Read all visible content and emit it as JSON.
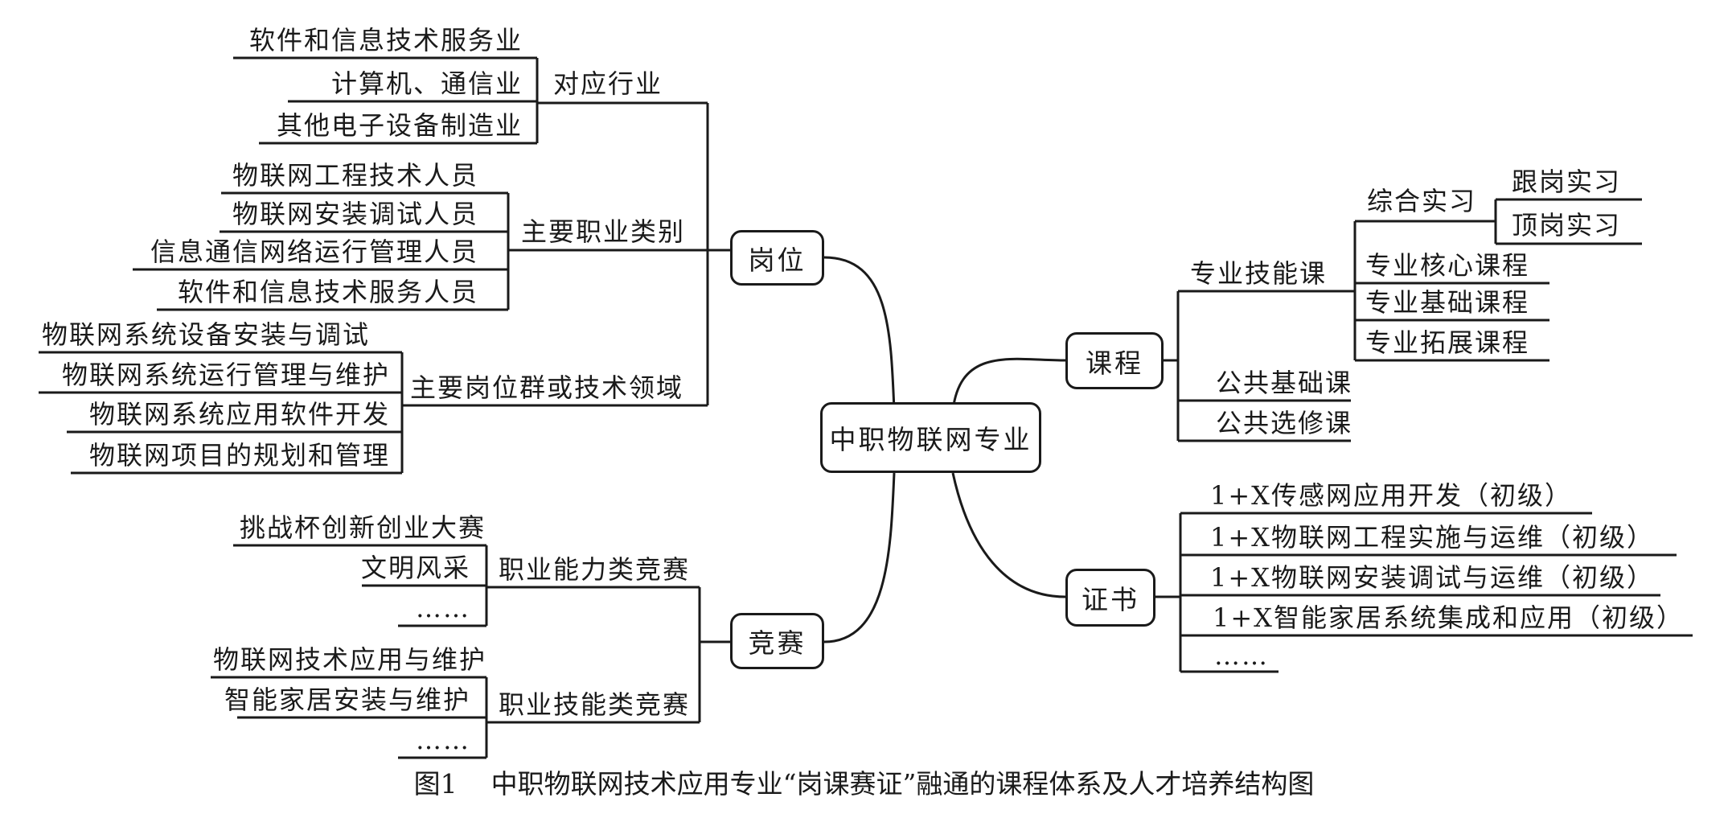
{
  "center": "中职物联网专业",
  "gangwei": {
    "label": "岗位",
    "industry": {
      "label": "对应行业",
      "items": [
        "软件和信息技术服务业",
        "计算机、通信业",
        "其他电子设备制造业"
      ]
    },
    "occupation": {
      "label": "主要职业类别",
      "items": [
        "物联网工程技术人员",
        "物联网安装调试人员",
        "信息通信网络运行管理人员",
        "软件和信息技术服务人员"
      ]
    },
    "field": {
      "label": "主要岗位群或技术领域",
      "items": [
        "物联网系统设备安装与调试",
        "物联网系统运行管理与维护",
        "物联网系统应用软件开发",
        "物联网项目的规划和管理"
      ]
    }
  },
  "jingsai": {
    "label": "竞赛",
    "ability": {
      "label": "职业能力类竞赛",
      "items": [
        "挑战杯创新创业大赛",
        "文明风采",
        "……"
      ]
    },
    "skill": {
      "label": "职业技能类竞赛",
      "items": [
        "物联网技术应用与维护",
        "智能家居安装与维护",
        "……"
      ]
    }
  },
  "kecheng": {
    "label": "课程",
    "major_skill": {
      "label": "专业技能课",
      "internship": {
        "label": "综合实习",
        "items": [
          "跟岗实习",
          "顶岗实习"
        ]
      },
      "items": [
        "专业核心课程",
        "专业基础课程",
        "专业拓展课程"
      ]
    },
    "public_basic": "公共基础课",
    "public_elective": "公共选修课"
  },
  "zhengshu": {
    "label": "证书",
    "items": [
      "1+X传感网应用开发（初级）",
      "1+X物联网工程实施与运维（初级）",
      "1+X物联网安装调试与运维（初级）",
      "1+X智能家居系统集成和应用（初级）",
      "……"
    ]
  },
  "caption": {
    "fig": "图1",
    "text": "中职物联网技术应用专业“岗课赛证”融通的课程体系及人才培养结构图"
  }
}
